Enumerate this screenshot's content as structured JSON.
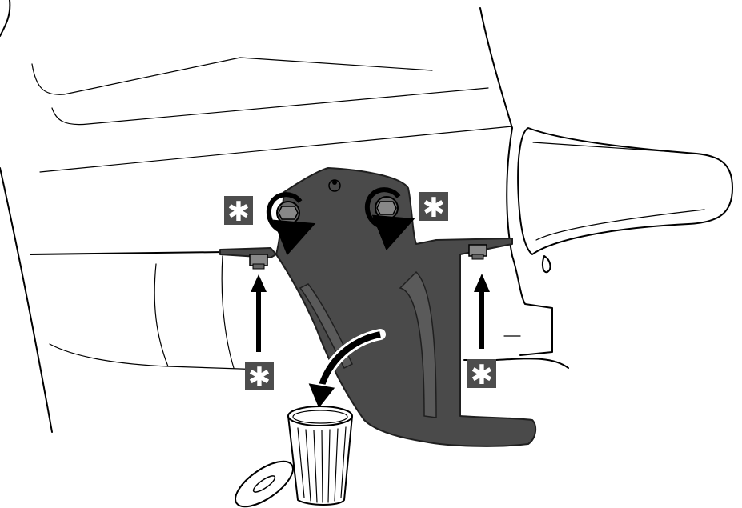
{
  "illustration": {
    "subject": "bracket removal",
    "colors": {
      "bracket_fill": "#4a4a4a",
      "bracket_edge": "#1f1f1f",
      "marker_fill": "#4d4d4d",
      "marker_symbol": "#ffffff",
      "line": "#000000",
      "bin_fill": "#ffffff"
    },
    "markers": [
      {
        "id": "marker-upper-left",
        "symbol": "✱"
      },
      {
        "id": "marker-upper-right",
        "symbol": "✱"
      },
      {
        "id": "marker-lower-left",
        "symbol": "✱"
      },
      {
        "id": "marker-lower-right",
        "symbol": "✱"
      }
    ],
    "icons": [
      "rotate-counterclockwise-icon",
      "rotate-counterclockwise-icon",
      "arrow-up-icon",
      "arrow-up-icon",
      "discard-arrow-icon",
      "trash-bin-icon"
    ]
  }
}
